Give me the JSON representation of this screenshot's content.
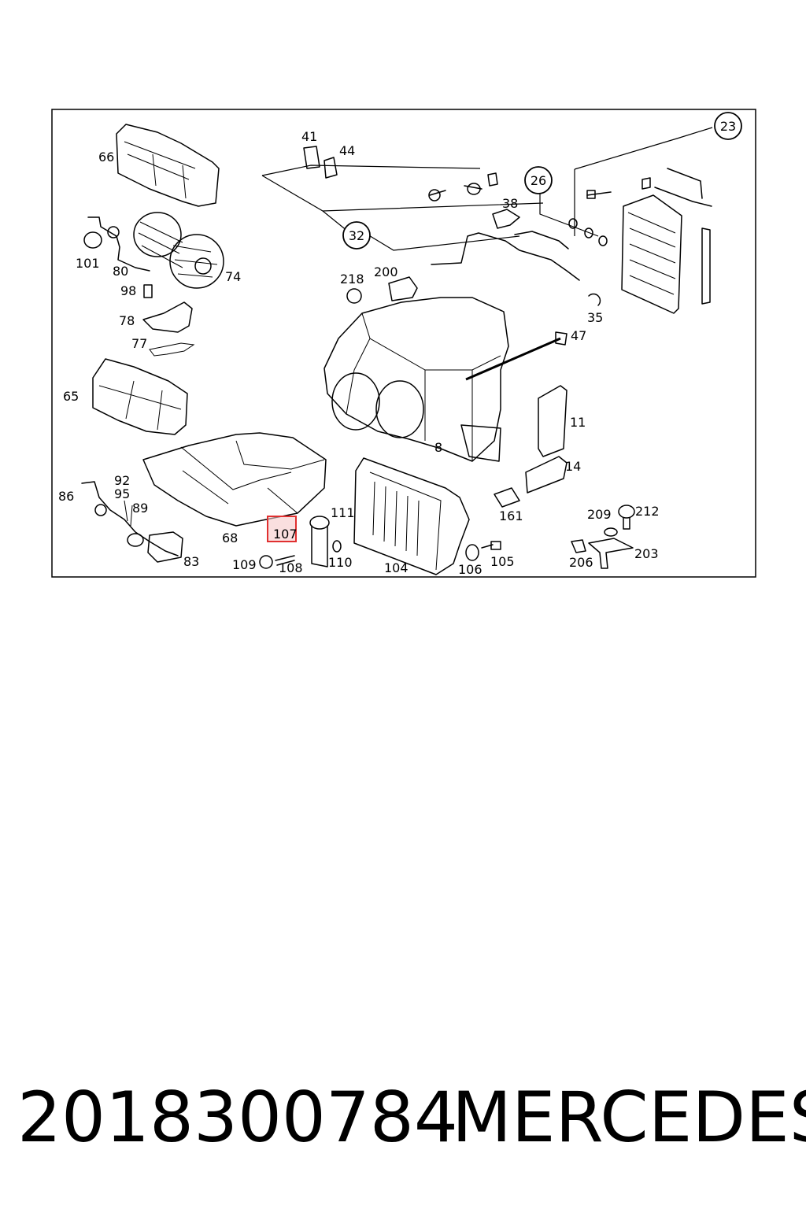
{
  "diagram": {
    "labels": {
      "l41": "41",
      "l44": "44",
      "l66": "66",
      "l101": "101",
      "l80": "80",
      "l74": "74",
      "l98": "98",
      "l78": "78",
      "l77": "77",
      "l65": "65",
      "l218": "218",
      "l200": "200",
      "l38": "38",
      "l35": "35",
      "l47": "47",
      "l11": "11",
      "l8": "8",
      "l14": "14",
      "l161": "161",
      "l92": "92",
      "l95": "95",
      "l89": "89",
      "l86": "86",
      "l68": "68",
      "l83": "83",
      "l107": "107",
      "l111": "111",
      "l109": "109",
      "l108": "108",
      "l110": "110",
      "l104": "104",
      "l106": "106",
      "l105": "105",
      "l209": "209",
      "l212": "212",
      "l206": "206",
      "l203": "203"
    },
    "callouts": {
      "c23": "23",
      "c26": "26",
      "c32": "32"
    },
    "highlight_color": "#e03030"
  },
  "footer": {
    "part_number": "2018300784",
    "brand": "MERCEDES"
  }
}
